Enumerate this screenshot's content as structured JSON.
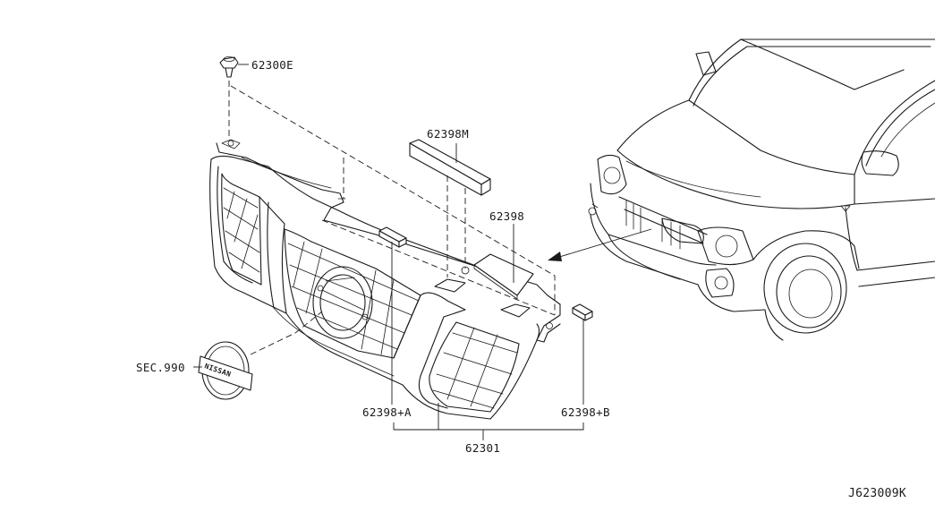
{
  "diagram": {
    "drawing_code": "J623009K",
    "callouts": [
      {
        "id": "clip",
        "text": "62300E"
      },
      {
        "id": "seal-m",
        "text": "62398M"
      },
      {
        "id": "seal",
        "text": "62398"
      },
      {
        "id": "emblem",
        "text": "SEC.990"
      },
      {
        "id": "seal-a",
        "text": "62398+A"
      },
      {
        "id": "seal-b",
        "text": "62398+B"
      },
      {
        "id": "grille",
        "text": "62301"
      }
    ],
    "emblem_text": "NISSAN"
  }
}
